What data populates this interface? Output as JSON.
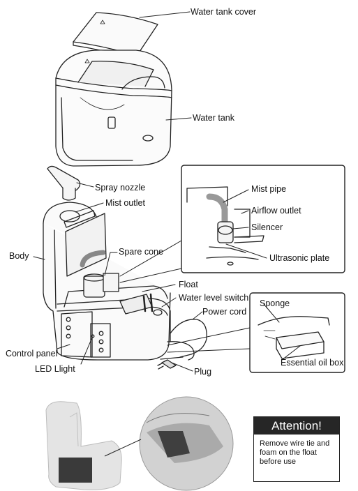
{
  "labels": {
    "water_tank_cover": "Water tank cover",
    "water_tank": "Water tank",
    "spray_nozzle": "Spray nozzle",
    "mist_outlet": "Mist outlet",
    "body": "Body",
    "spare_cone": "Spare cone",
    "float": "Float",
    "water_level_switch": "Water level switch",
    "power_cord": "Power cord",
    "control_panel": "Control panel",
    "led_light": "LED Llight",
    "plug": "Plug",
    "mist_pipe": "Mist pipe",
    "airflow_outlet": "Airflow outlet",
    "silencer": "Silencer",
    "ultrasonic_plate": "Ultrasonic plate",
    "sponge": "Sponge",
    "essential_oil_box": "Essential oil box"
  },
  "attention": {
    "title": "Attention!",
    "text": "Remove wire tie and foam on the float before use"
  }
}
